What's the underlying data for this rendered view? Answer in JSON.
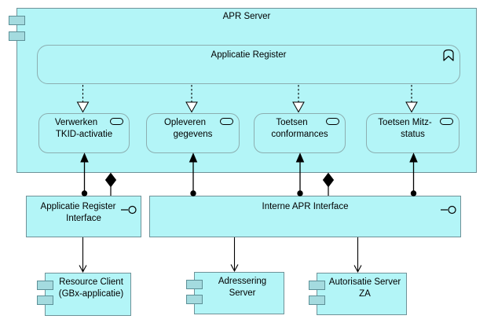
{
  "diagram_type": "archimate-application-diagram",
  "colors": {
    "element_fill": "#b3f5f7",
    "component_border": "#6f9298",
    "rounded_border": "#8caeb0",
    "tab_fill": "#a4dbdf",
    "tab_border": "#5d9097",
    "connector": "#000000",
    "background": "#ffffff"
  },
  "apr_server": {
    "label": "APR Server"
  },
  "applicatie_register": {
    "label": "Applicatie Register"
  },
  "services": [
    {
      "lines": [
        "Verwerken",
        "TKID-activatie"
      ]
    },
    {
      "lines": [
        "Opleveren",
        "gegevens"
      ]
    },
    {
      "lines": [
        "Toetsen",
        "conformances"
      ]
    },
    {
      "lines": [
        "Toetsen Mitz-",
        "status"
      ]
    }
  ],
  "interfaces": [
    {
      "lines": [
        "Applicatie Register",
        "Interface"
      ]
    },
    {
      "lines": [
        "Interne APR Interface",
        ""
      ]
    }
  ],
  "components": [
    {
      "lines": [
        "Resource Client",
        "(GBx-applicatie)"
      ]
    },
    {
      "lines": [
        "Adressering",
        "Server"
      ]
    },
    {
      "lines": [
        "Autorisatie Server",
        "ZA"
      ]
    }
  ],
  "icons": {
    "component": "component-icon",
    "function": "function-icon",
    "service": "service-stadium-icon",
    "interface": "interface-lollipop-icon"
  },
  "relationships": [
    {
      "type": "realization",
      "from": "Applicatie Register",
      "to": "Verwerken TKID-activatie"
    },
    {
      "type": "realization",
      "from": "Applicatie Register",
      "to": "Opleveren gegevens"
    },
    {
      "type": "realization",
      "from": "Applicatie Register",
      "to": "Toetsen conformances"
    },
    {
      "type": "realization",
      "from": "Applicatie Register",
      "to": "Toetsen Mitz-status"
    },
    {
      "type": "assignment",
      "from": "Applicatie Register Interface",
      "to": "Verwerken TKID-activatie"
    },
    {
      "type": "assignment",
      "from": "Interne APR Interface",
      "to": "Opleveren gegevens"
    },
    {
      "type": "assignment",
      "from": "Interne APR Interface",
      "to": "Toetsen conformances"
    },
    {
      "type": "assignment",
      "from": "Interne APR Interface",
      "to": "Toetsen Mitz-status"
    },
    {
      "type": "composition",
      "from": "APR Server",
      "to": "Applicatie Register Interface"
    },
    {
      "type": "composition",
      "from": "APR Server",
      "to": "Interne APR Interface"
    },
    {
      "type": "serving",
      "from": "Applicatie Register Interface",
      "to": "Resource Client (GBx-applicatie)"
    },
    {
      "type": "serving",
      "from": "Interne APR Interface",
      "to": "Adressering Server"
    },
    {
      "type": "serving",
      "from": "Interne APR Interface",
      "to": "Autorisatie Server ZA"
    }
  ]
}
